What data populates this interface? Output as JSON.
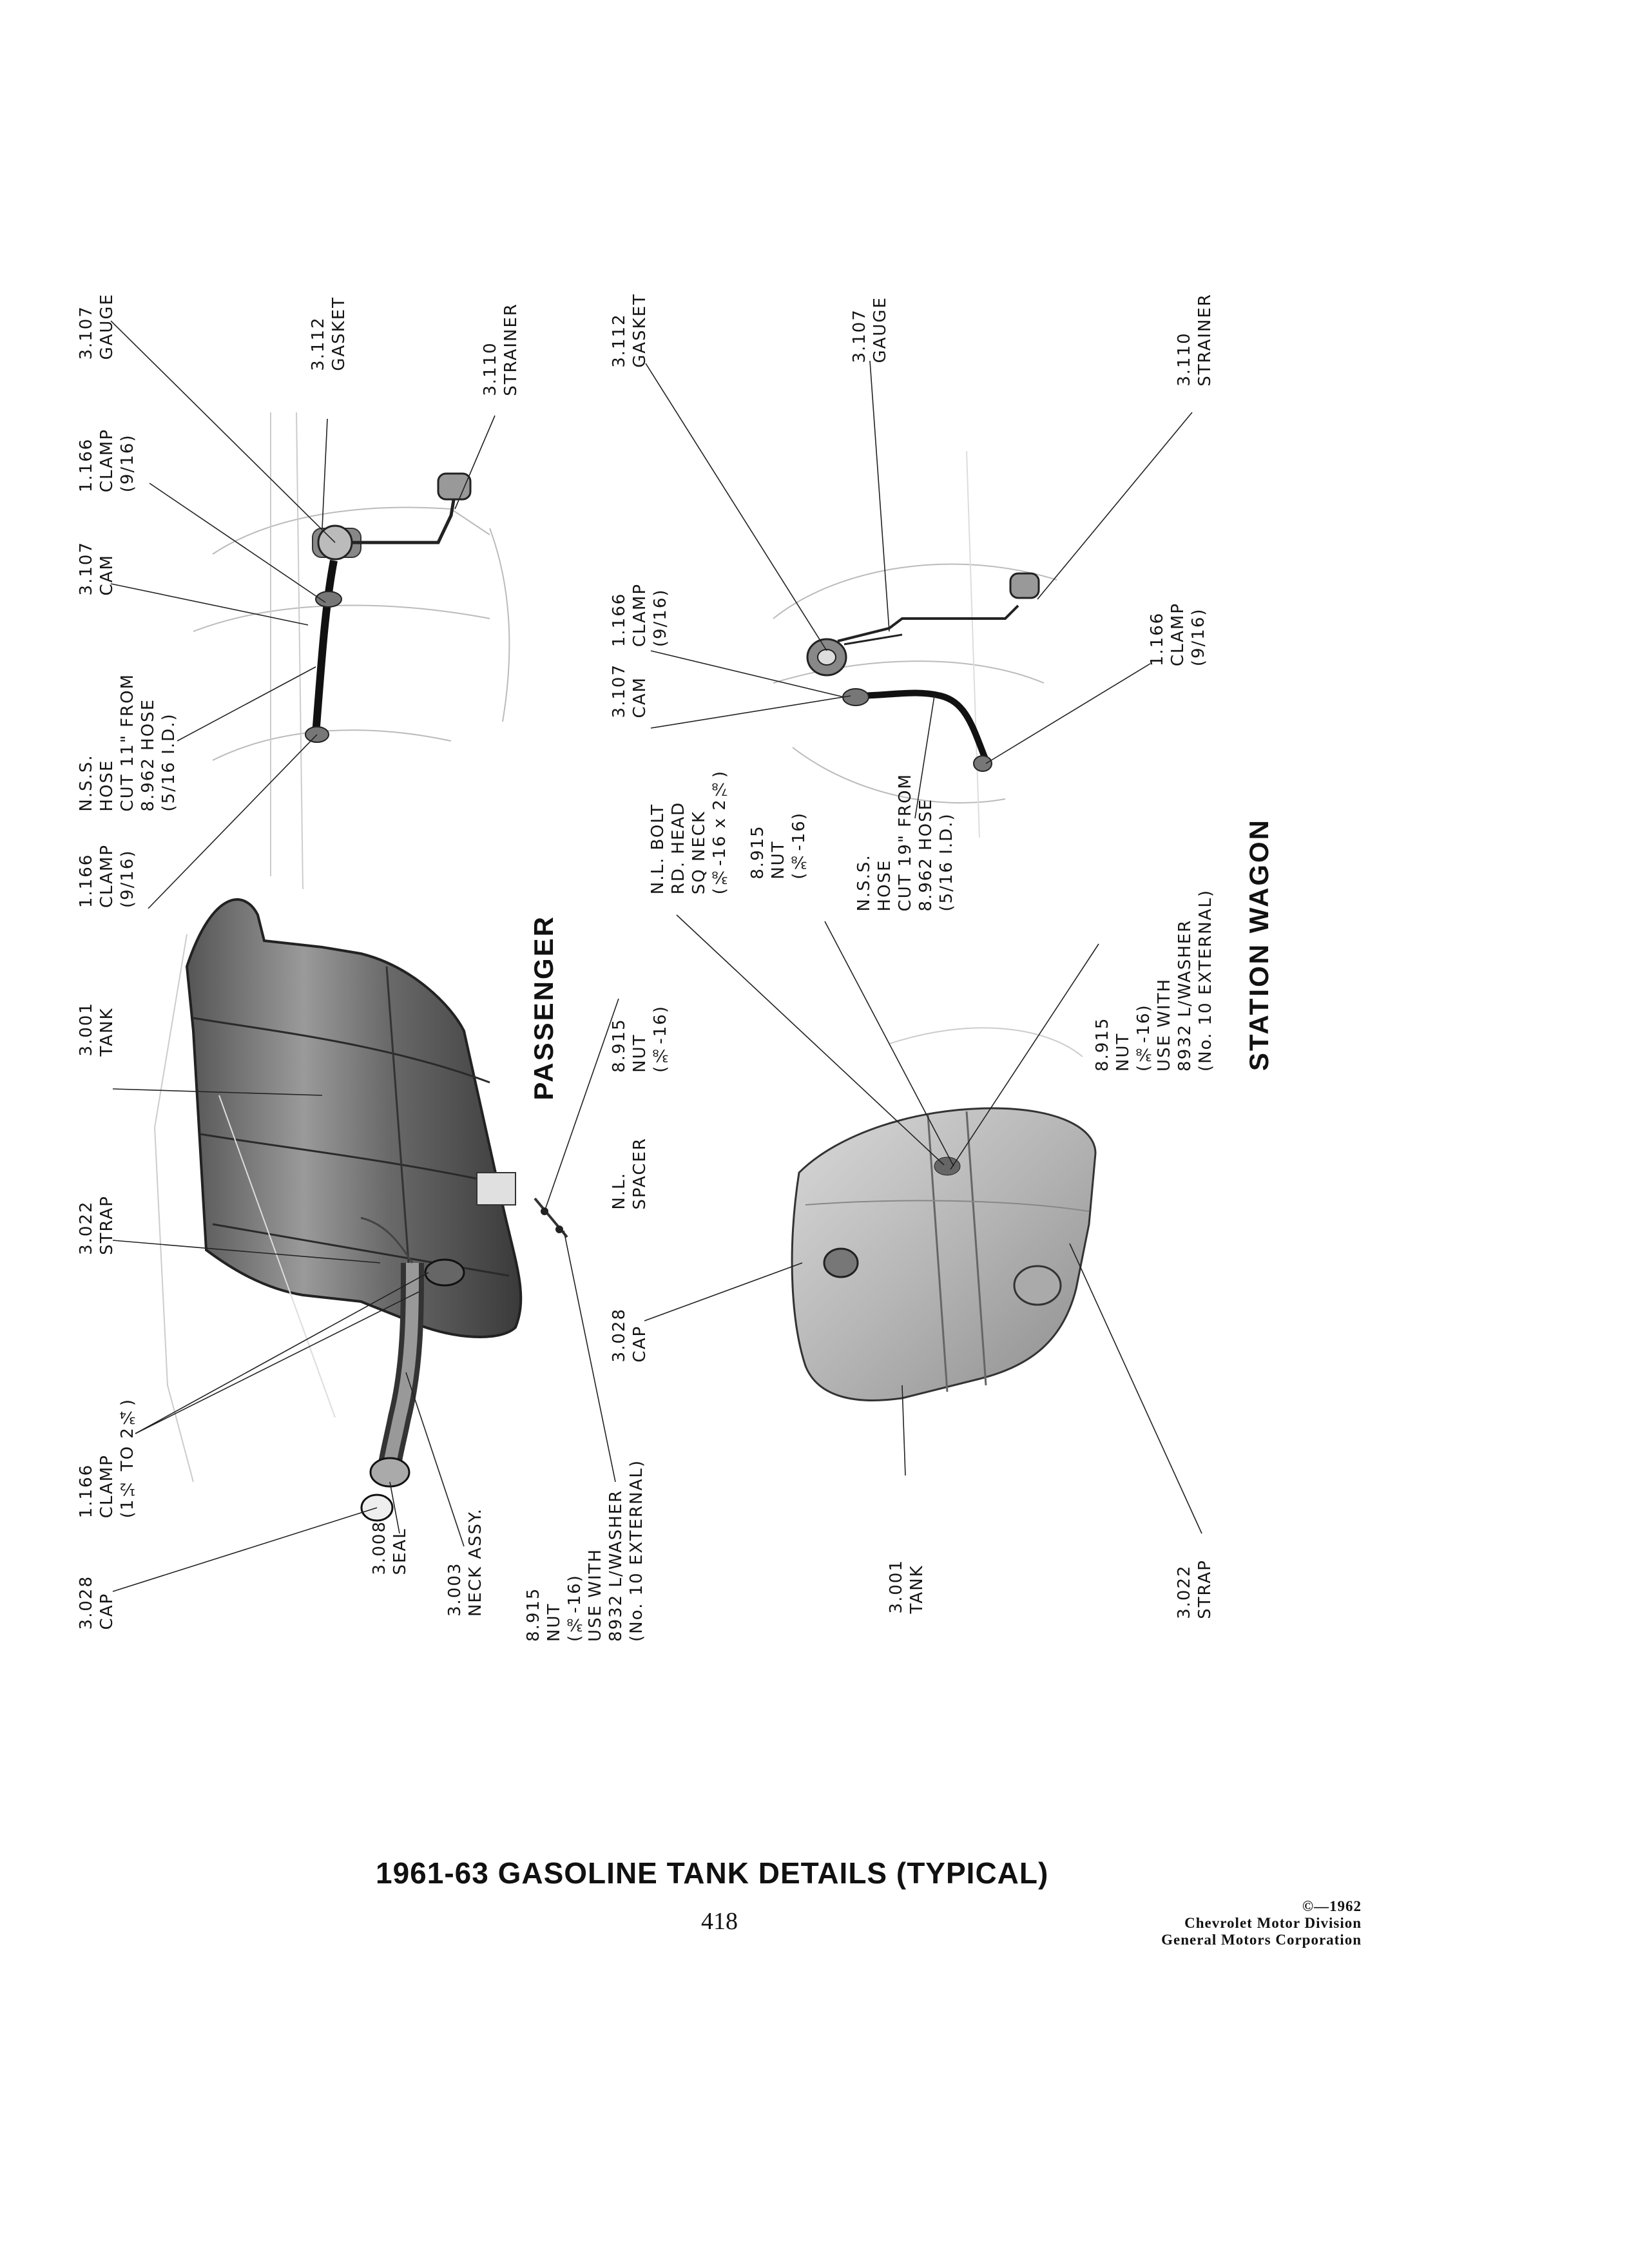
{
  "views": {
    "passenger": "PASSENGER",
    "station_wagon": "STATION WAGON"
  },
  "passenger_labels": [
    {
      "id": "p-3028-cap",
      "text": "3.028\nCAP"
    },
    {
      "id": "p-1166-clamp-large",
      "text": "1.166\nCLAMP\n(1½ TO 2¾)"
    },
    {
      "id": "p-3022-strap",
      "text": "3.022\nSTRAP"
    },
    {
      "id": "p-3001-tank",
      "text": "3.001\nTANK"
    },
    {
      "id": "p-1166-clamp-a",
      "text": "1.166\nCLAMP\n(9/16)"
    },
    {
      "id": "p-nss-hose",
      "text": "N.S.S.\nHOSE\nCUT 11\" FROM\n8.962 HOSE\n(5/16 I.D.)"
    },
    {
      "id": "p-3107-cam",
      "text": "3.107\nCAM"
    },
    {
      "id": "p-1166-clamp-b",
      "text": "1.166\nCLAMP\n(9/16)"
    },
    {
      "id": "p-3107-gauge",
      "text": "3.107\nGAUGE"
    },
    {
      "id": "p-3112-gasket",
      "text": "3.112\nGASKET"
    },
    {
      "id": "p-3110-strainer",
      "text": "3.110\nSTRAINER"
    },
    {
      "id": "p-3008-seal",
      "text": "3.008\nSEAL"
    },
    {
      "id": "p-3003-neck",
      "text": "3.003\nNECK ASSY."
    },
    {
      "id": "p-8915-nut-washer",
      "text": "8.915\nNUT\n(⅜-16)\nUSE WITH\n8932 L/WASHER\n(No. 10 EXTERNAL)"
    },
    {
      "id": "p-3028-cap-2",
      "text": "3.028\nCAP"
    },
    {
      "id": "p-nl-spacer",
      "text": "N.L.\nSPACER"
    },
    {
      "id": "p-8915-nut",
      "text": "8.915\nNUT\n(⅜-16)"
    }
  ],
  "wagon_labels": [
    {
      "id": "w-nl-bolt",
      "text": "N.L. BOLT\nRD. HEAD\nSQ NECK\n(⅜-16 x 2⅞)"
    },
    {
      "id": "w-3107-cam",
      "text": "3.107\nCAM"
    },
    {
      "id": "w-1166-clamp-a",
      "text": "1.166\nCLAMP\n(9/16)"
    },
    {
      "id": "w-3112-gasket",
      "text": "3.112\nGASKET"
    },
    {
      "id": "w-8915-nut-a",
      "text": "8.915\nNUT\n(⅜-16)"
    },
    {
      "id": "w-nss-hose",
      "text": "N.S.S.\nHOSE\nCUT 19\" FROM\n8.962 HOSE\n(5/16 I.D.)"
    },
    {
      "id": "w-3107-gauge",
      "text": "3.107\nGAUGE"
    },
    {
      "id": "w-8915-nut-washer",
      "text": "8.915\nNUT\n(⅜-16)\nUSE WITH\n8932 L/WASHER\n(No. 10 EXTERNAL)"
    },
    {
      "id": "w-1166-clamp-b",
      "text": "1.166\nCLAMP\n(9/16)"
    },
    {
      "id": "w-3110-strainer",
      "text": "3.110\nSTRAINER"
    },
    {
      "id": "w-3001-tank",
      "text": "3.001\nTANK"
    },
    {
      "id": "w-3022-strap",
      "text": "3.022\nSTRAP"
    }
  ],
  "caption": "1961-63 GASOLINE TANK DETAILS (TYPICAL)",
  "page_number": "418",
  "credit": [
    "©—1962",
    "Chevrolet Motor Division",
    "General Motors Corporation"
  ]
}
